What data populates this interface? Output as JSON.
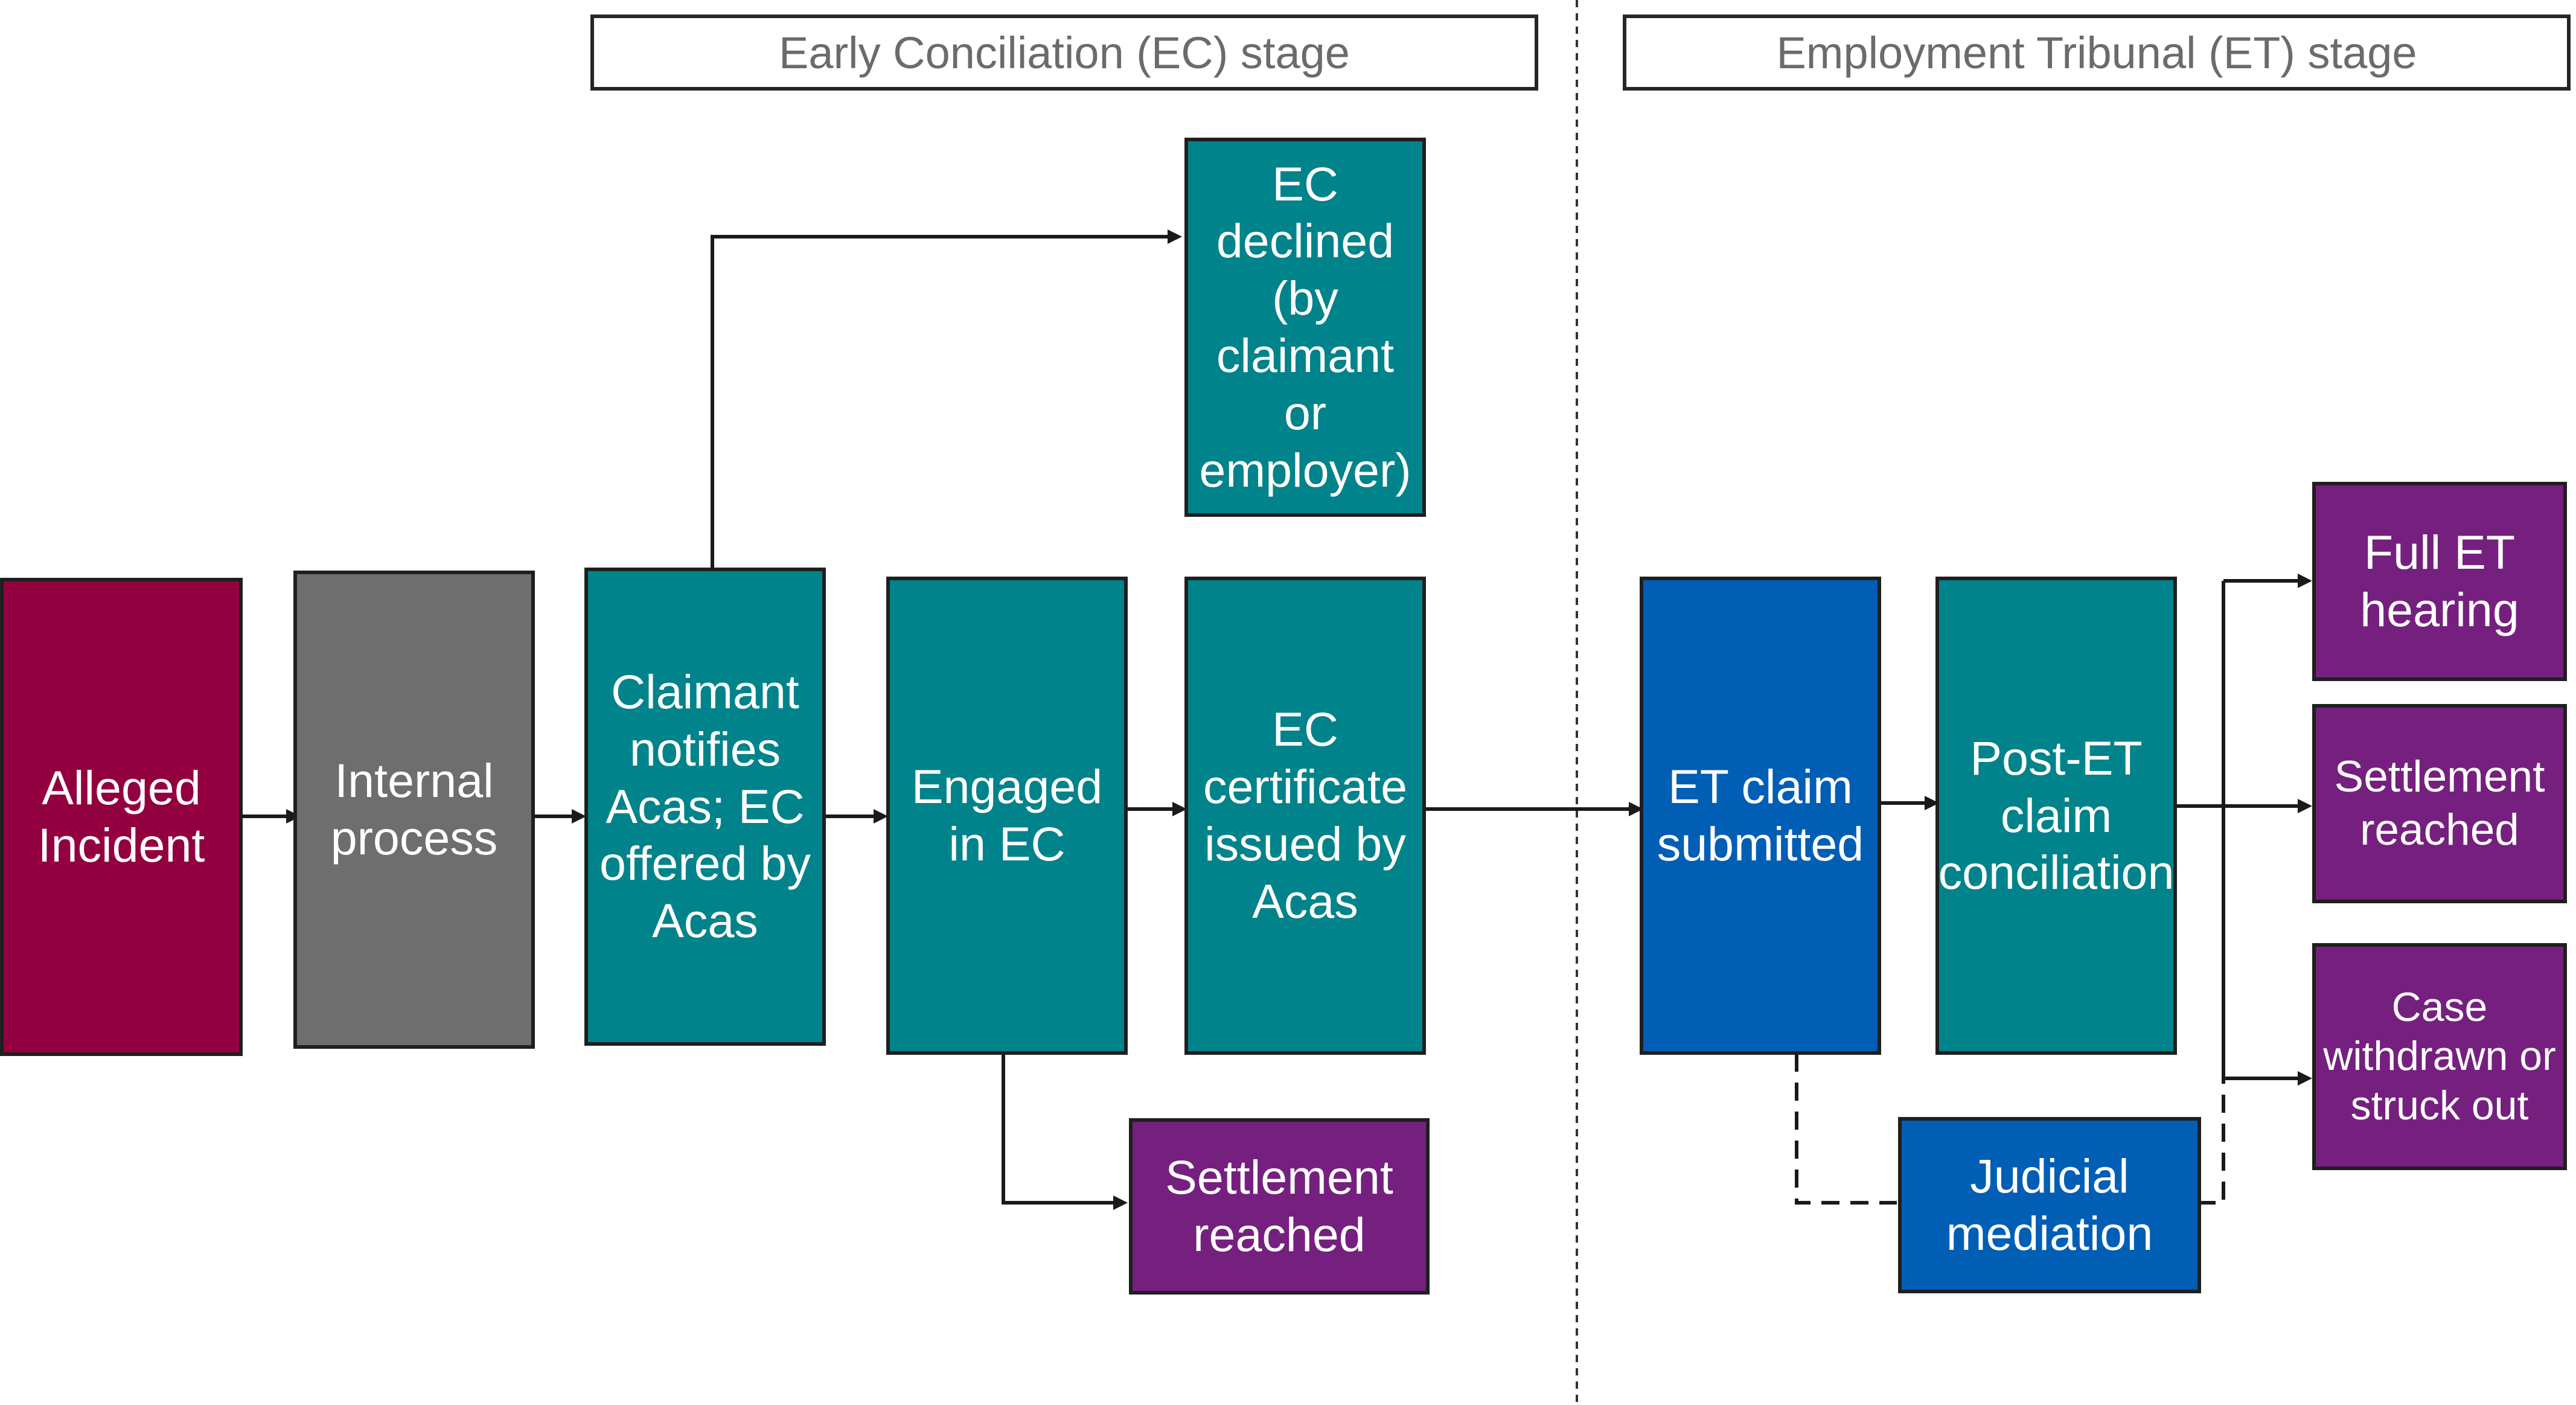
{
  "stages": {
    "ec": "Early Conciliation (EC) stage",
    "et": "Employment Tribunal (ET) stage"
  },
  "nodes": {
    "alleged_incident": "Alleged Incident",
    "internal_process": "Internal process",
    "claimant_notifies": "Claimant notifies Acas; EC offered by Acas",
    "ec_declined": "EC declined (by claimant or employer)",
    "engaged_in_ec": "Engaged in EC",
    "ec_certificate": "EC certificate issued by Acas",
    "settlement_ec": "Settlement reached",
    "et_claim_submitted": "ET claim submitted",
    "post_et_conciliation": "Post-ET claim conciliation",
    "judicial_mediation": "Judicial mediation",
    "full_et_hearing": "Full ET hearing",
    "settlement_et": "Settlement reached",
    "case_withdrawn": "Case withdrawn or struck out"
  },
  "colors": {
    "incident": "#930040",
    "internal": "#6e6e6e",
    "conciliation": "#00838a",
    "tribunal": "#005eb5",
    "outcome": "#75207f",
    "line": "#1a1a1a"
  }
}
